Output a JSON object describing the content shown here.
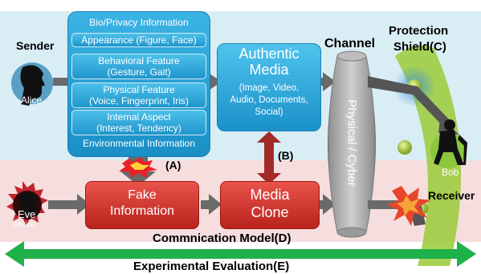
{
  "sender": {
    "label": "Sender",
    "name": "Alice"
  },
  "bio_info": {
    "title": "Bio/Privacy Information",
    "appearance": "Appearance (Figure, Face)",
    "behavioral_title": "Behavioral Feature",
    "behavioral_sub": "(Gesture, Gait)",
    "physical_title": "Physical Feature",
    "physical_sub": "(Voice, Fingerprint, Iris)",
    "internal_title": "Internal Aspect",
    "internal_sub": "(Interest, Tendency)",
    "environmental": "Environmental Information"
  },
  "authentic_media": {
    "title_line1": "Authentic",
    "title_line2": "Media",
    "desc_line1": "(Image, Video,",
    "desc_line2": "Audio, Documents,",
    "desc_line3": "Social)"
  },
  "channel": {
    "title": "Channel",
    "ring_label": "Physical / Cyber"
  },
  "protection": {
    "line1": "Protection",
    "line2": "Shield(C)"
  },
  "receiver": {
    "name": "Bob",
    "label": "Receiver"
  },
  "attacker": {
    "name": "Eve",
    "role": "(Malice)"
  },
  "fake_information": {
    "line1": "Fake",
    "line2": "Information"
  },
  "media_clone": {
    "line1": "Media",
    "line2": "Clone"
  },
  "markers": {
    "a": "(A)",
    "b": "(B)"
  },
  "model_label": "Commnication Model(D)",
  "evaluation_label": "Experimental Evaluation(E)",
  "colors": {
    "blue_box": "#1f96cc",
    "red_box": "#c62b23",
    "green_arrow": "#1fb14a",
    "shield_green": "#9ccc3c",
    "arrow_grey": "#6a6a6a"
  }
}
